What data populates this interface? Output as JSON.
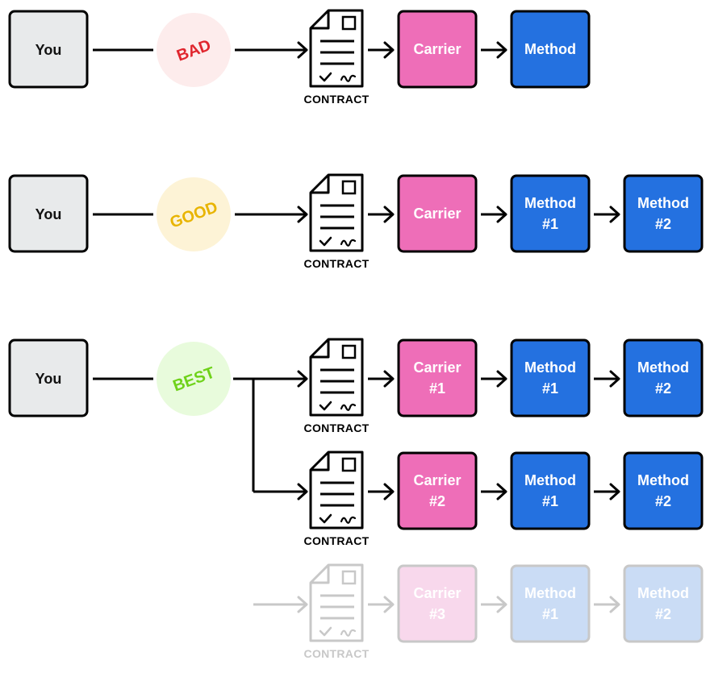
{
  "rows": [
    {
      "you_label": "You",
      "rating": {
        "label": "BAD",
        "text_color": "#e0262e",
        "bg_color": "#fdecec"
      },
      "branches": [
        {
          "contract_label": "CONTRACT",
          "faded": false,
          "boxes": [
            {
              "kind": "carrier",
              "lines": [
                "Carrier"
              ]
            },
            {
              "kind": "method",
              "lines": [
                "Method"
              ]
            }
          ]
        }
      ]
    },
    {
      "you_label": "You",
      "rating": {
        "label": "GOOD",
        "text_color": "#e8b400",
        "bg_color": "#fdf3d6"
      },
      "branches": [
        {
          "contract_label": "CONTRACT",
          "faded": false,
          "boxes": [
            {
              "kind": "carrier",
              "lines": [
                "Carrier"
              ]
            },
            {
              "kind": "method",
              "lines": [
                "Method",
                "#1"
              ]
            },
            {
              "kind": "method",
              "lines": [
                "Method",
                "#2"
              ]
            }
          ]
        }
      ]
    },
    {
      "you_label": "You",
      "rating": {
        "label": "BEST",
        "text_color": "#6fd21a",
        "bg_color": "#e8fbdc"
      },
      "branches": [
        {
          "contract_label": "CONTRACT",
          "faded": false,
          "boxes": [
            {
              "kind": "carrier",
              "lines": [
                "Carrier",
                "#1"
              ]
            },
            {
              "kind": "method",
              "lines": [
                "Method",
                "#1"
              ]
            },
            {
              "kind": "method",
              "lines": [
                "Method",
                "#2"
              ]
            }
          ]
        },
        {
          "contract_label": "CONTRACT",
          "faded": false,
          "boxes": [
            {
              "kind": "carrier",
              "lines": [
                "Carrier",
                "#2"
              ]
            },
            {
              "kind": "method",
              "lines": [
                "Method",
                "#1"
              ]
            },
            {
              "kind": "method",
              "lines": [
                "Method",
                "#2"
              ]
            }
          ]
        },
        {
          "contract_label": "CONTRACT",
          "faded": true,
          "boxes": [
            {
              "kind": "carrier",
              "lines": [
                "Carrier",
                "#3"
              ]
            },
            {
              "kind": "method",
              "lines": [
                "Method",
                "#1"
              ]
            },
            {
              "kind": "method",
              "lines": [
                "Method",
                "#2"
              ]
            }
          ]
        }
      ]
    }
  ],
  "colors": {
    "you_fill": "#e8eaeb",
    "carrier_fill": "#ee6eb8",
    "method_fill": "#2471e0",
    "stroke": "#000000",
    "faded_stroke": "#c8c8c8",
    "faded_carrier_fill": "#f8d8ec",
    "faded_method_fill": "#cadcf5",
    "box_text": "#ffffff"
  },
  "icons": {
    "contract": "contract-document-icon",
    "arrow": "arrow-right-icon"
  }
}
